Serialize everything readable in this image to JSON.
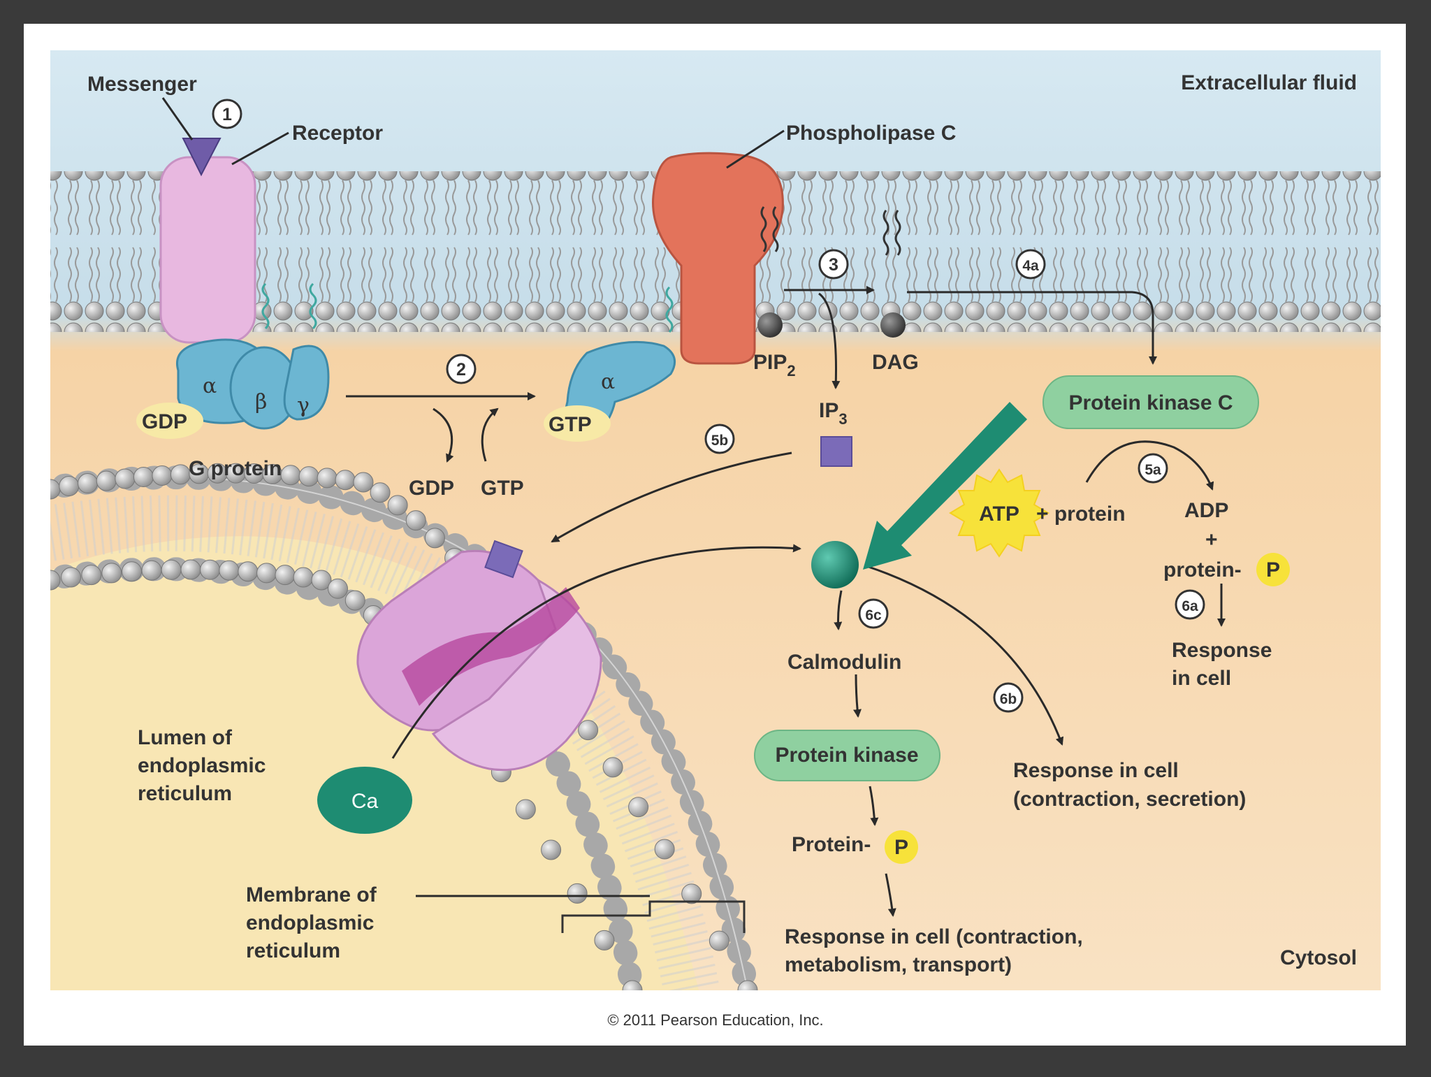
{
  "labels": {
    "messenger": "Messenger",
    "receptor": "Receptor",
    "extracellular_fluid": "Extracellular fluid",
    "phospholipase_c": "Phospholipase C",
    "gdp": "GDP",
    "gtp": "GTP",
    "g_protein": "G protein",
    "alpha": "α",
    "beta": "β",
    "gamma": "γ",
    "pip2": "PIP",
    "pip2_sub": "2",
    "dag": "DAG",
    "ip3": "IP",
    "ip3_sub": "3",
    "protein_kinase_c": "Protein kinase C",
    "atp": "ATP",
    "plus_protein": "+ protein",
    "adp": "ADP",
    "plus": "+",
    "protein_dash": "protein-",
    "p": "P",
    "response_in": "Response",
    "in_cell": "in cell",
    "calmodulin": "Calmodulin",
    "protein_kinase": "Protein kinase",
    "protein_p_dash": "Protein-",
    "response_6b_line1": "Response in cell",
    "response_6b_line2": "(contraction, secretion)",
    "response_final_line1": "Response in cell (contraction,",
    "response_final_line2": "metabolism, transport)",
    "cytosol": "Cytosol",
    "lumen_line1": "Lumen of",
    "lumen_line2": "endoplasmic",
    "lumen_line3": "reticulum",
    "membrane_line1": "Membrane of",
    "membrane_line2": "endoplasmic",
    "membrane_line3": "reticulum",
    "ca": "Ca",
    "copyright": "© 2011 Pearson Education, Inc."
  },
  "steps": {
    "s1": "1",
    "s2": "2",
    "s3": "3",
    "s4a": "4a",
    "s5a": "5a",
    "s5b": "5b",
    "s6a": "6a",
    "s6b": "6b",
    "s6c": "6c"
  },
  "colors": {
    "frame": "#3a3a3a",
    "extracellular": "#cfe4ef",
    "cytosol": "#f7d7ad",
    "lumen": "#f8e6b4",
    "receptor": "#e8b8e0",
    "messenger": "#6f5ca8",
    "g_protein": "#6cb6d2",
    "phospholipase": "#e3735b",
    "kinase_green": "#8fd0a0",
    "calcium": "#1e8c72",
    "ip3": "#7b6bb8",
    "channel": "#dba5d9",
    "phosphate": "#f7e23a",
    "green_arrow": "#1e8c72"
  }
}
